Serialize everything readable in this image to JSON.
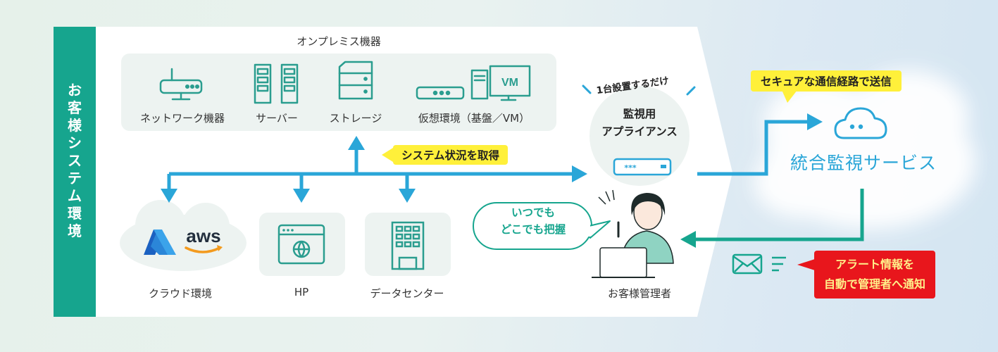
{
  "customer_env_label": [
    "お",
    "客",
    "様",
    "シ",
    "ス",
    "テ",
    "ム",
    "環",
    "境"
  ],
  "onprem": {
    "title": "オンプレミス機器",
    "devices": [
      "ネットワーク機器",
      "サーバー",
      "ストレージ",
      "仮想環境（基盤／VM）"
    ],
    "vm_text": "VM"
  },
  "bottom_nodes": [
    "クラウド環境",
    "HP",
    "データセンター"
  ],
  "aws_text": "aws",
  "callouts": {
    "get_status": "システム状況を取得",
    "secure_send": "セキュアな通信経路で送信",
    "install_once": "1台設置するだけ",
    "anytime": [
      "いつでも",
      "どこでも把握"
    ],
    "alert": [
      "アラート情報を",
      "自動で管理者へ通知"
    ]
  },
  "appliance": {
    "label": [
      "監視用",
      "アプライアンス"
    ],
    "device_text": "***"
  },
  "service": {
    "name": "統合監視サービス"
  },
  "admin_label": "お客様管理者",
  "colors": {
    "teal": "#16a58e",
    "blue": "#2aa6d8",
    "yellow": "#fff03a",
    "red": "#e8161c",
    "icon_green": "#2a9d8f"
  }
}
